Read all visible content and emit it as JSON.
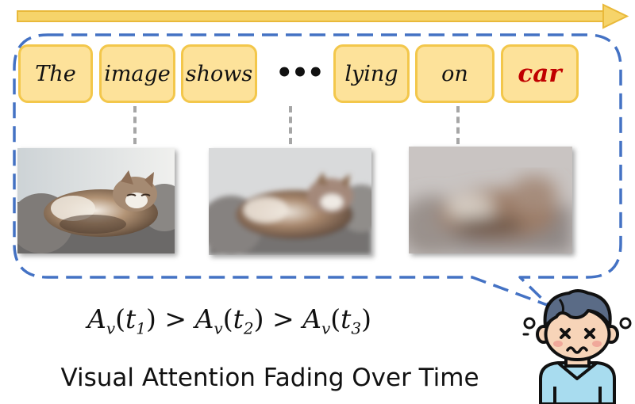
{
  "tokens": [
    {
      "text": "The"
    },
    {
      "text": "image"
    },
    {
      "text": "shows"
    },
    {
      "text": "lying"
    },
    {
      "text": "on"
    },
    {
      "text": "car"
    }
  ],
  "ellipsis": "•••",
  "images": [
    {
      "subject": "cat sleeping on sofa",
      "blur": "none"
    },
    {
      "subject": "cat sleeping on sofa",
      "blur": "slight"
    },
    {
      "subject": "cat sleeping on sofa",
      "blur": "heavy"
    }
  ],
  "formula": {
    "terms": [
      {
        "symbol": "A",
        "sub": "v",
        "arg": "t",
        "arg_sub": "1"
      },
      {
        "symbol": "A",
        "sub": "v",
        "arg": "t",
        "arg_sub": "2"
      },
      {
        "symbol": "A",
        "sub": "v",
        "arg": "t",
        "arg_sub": "3"
      }
    ],
    "operator": ">"
  },
  "caption": "Visual Attention Fading Over Time",
  "colors": {
    "timeline_arrow": "#f6d46a",
    "token_fill": "#fde29a",
    "token_border": "#f3c74b",
    "highlight_text": "#c00000",
    "bubble_outline": "#4472c4",
    "connector": "#a6a6a6"
  }
}
